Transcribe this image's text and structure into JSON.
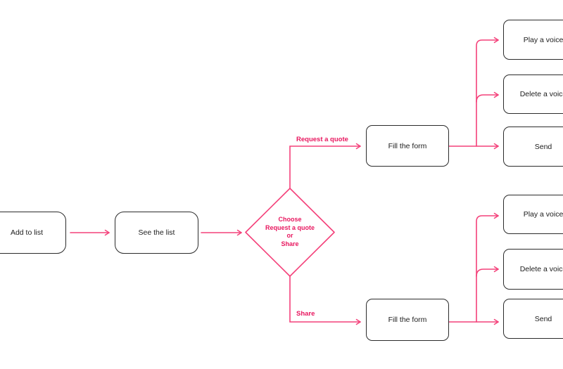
{
  "diagram": {
    "nodes": {
      "add_to_list": "Add to list",
      "see_the_list": "See the list",
      "decision": {
        "line1": "Choose",
        "line2": "Request a quote",
        "line3": "or",
        "line4": "Share"
      },
      "fill_form_quote": "Fill the form",
      "fill_form_share": "Fill the form",
      "quote_play_voice": "Play a voice",
      "quote_delete_voice": "Delete a voice",
      "quote_send": "Send",
      "share_play_voice": "Play a voice",
      "share_delete_voice": "Delete a voice",
      "share_send": "Send"
    },
    "edge_labels": {
      "request_a_quote": "Request a quote",
      "share": "Share"
    },
    "colors": {
      "connector": "#f4417a",
      "label_text": "#e8175f",
      "node_border": "#2b2b2b",
      "node_text": "#1c1c1c",
      "background": "#ffffff"
    }
  }
}
